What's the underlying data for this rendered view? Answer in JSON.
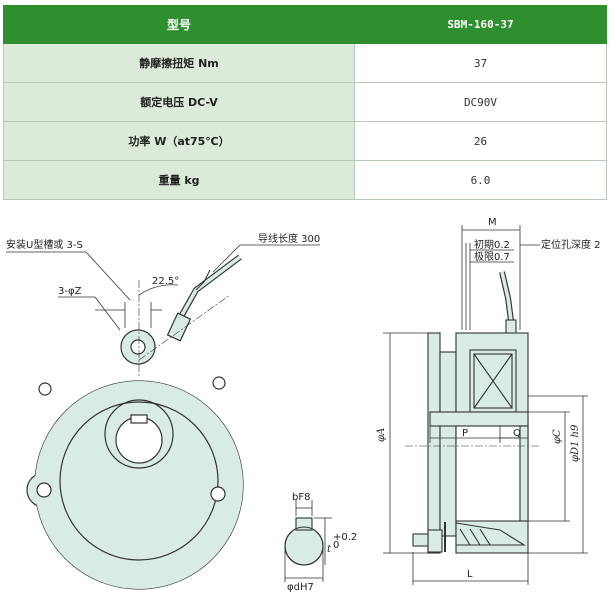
{
  "table": {
    "header": {
      "label": "型号",
      "model": "SBM-160-37"
    },
    "rows": [
      {
        "label": "静摩擦扭矩 Nm",
        "value": "37"
      },
      {
        "label": "额定电压 DC-V",
        "value": "DC90V"
      },
      {
        "label": "功率 W（at75℃）",
        "value": "26"
      },
      {
        "label": "重量 kg",
        "value": "6.0"
      }
    ]
  },
  "drawing": {
    "lead_length": "导线长度 300",
    "u_slot": "安装U型槽或 3-S",
    "angle": "22.5°",
    "hole": "3-φZ",
    "keyway_width": "bF8",
    "keyway_depth": "t",
    "keyway_tol": "+0.2",
    "keyway_tol_low": "0",
    "bore": "φdH7",
    "m_label": "M",
    "gap_initial": "初期0.2",
    "gap_limit": "极限0.7",
    "pos_hole_depth": "定位孔深度 2",
    "phi_a": "φA",
    "p_label": "P",
    "q_label": "Q",
    "phi_c": "φC",
    "phi_d": "φD1 h9",
    "l_label": "L"
  },
  "colors": {
    "header_bg": "#2f8f2f",
    "label_bg": "#dcebd9",
    "part_fill": "#d9ebe6"
  }
}
